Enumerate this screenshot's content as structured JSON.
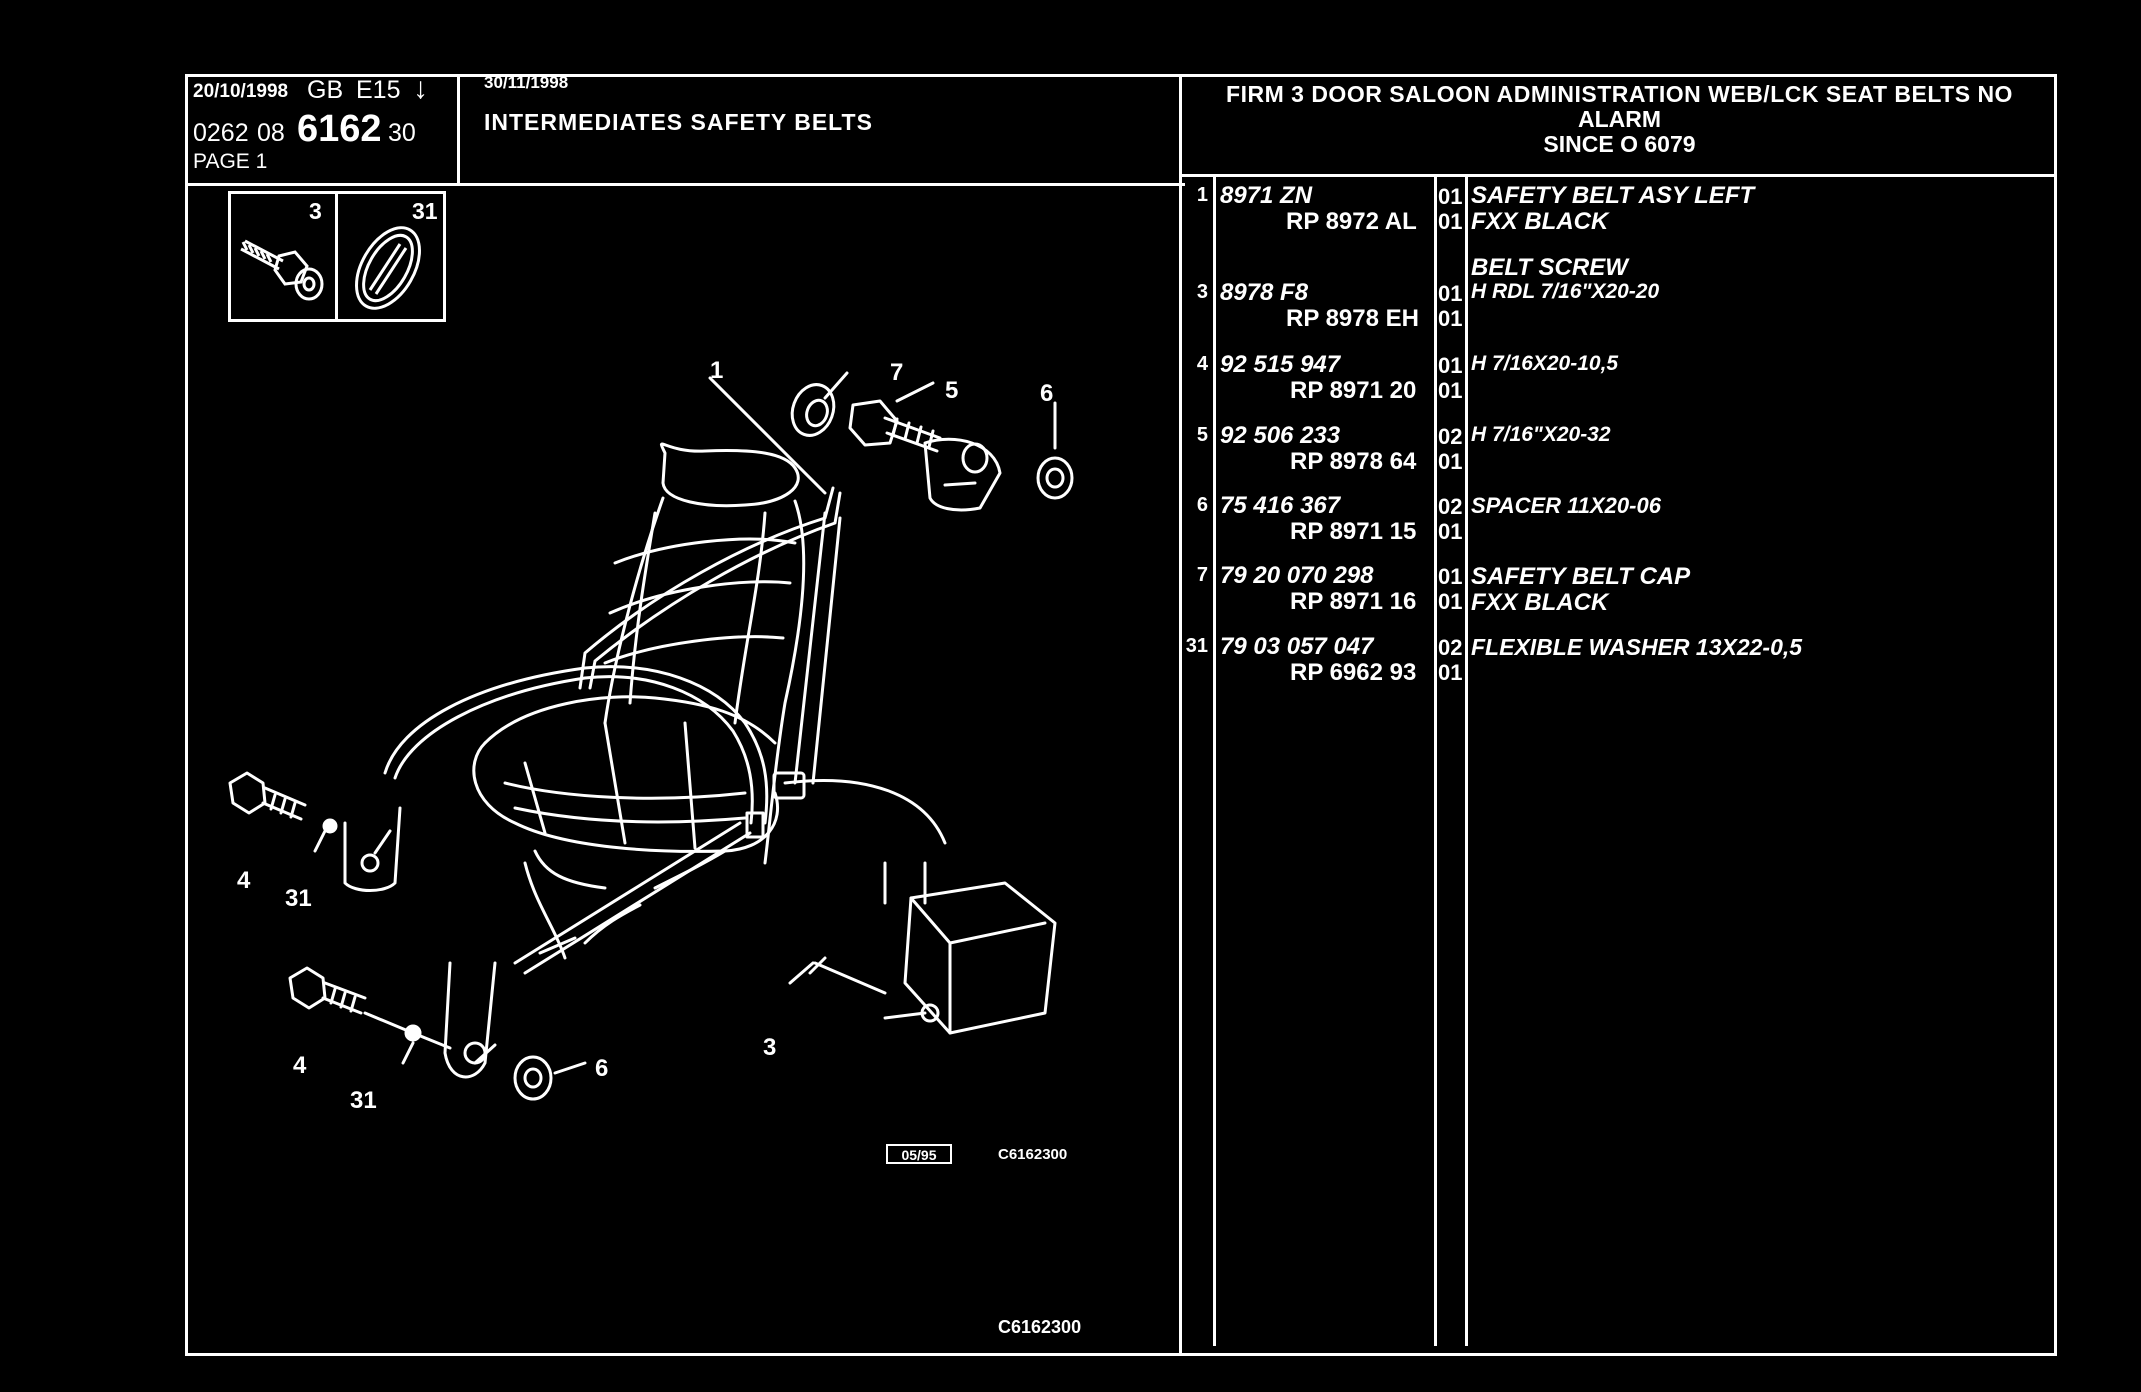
{
  "header": {
    "date1": "20/10/1998",
    "lang": "GB",
    "edition": "E15",
    "arrow": "↓",
    "code_a": "0262",
    "code_b": "08",
    "code_main": "6162",
    "code_c": "30",
    "page_label": "PAGE 1",
    "date2": "30/11/1998",
    "section_title": "INTERMEDIATES SAFETY BELTS",
    "model_line1": "FIRM 3 DOOR SALOON ADMINISTRATION WEB/LCK SEAT BELTS NO",
    "model_line2": "ALARM",
    "model_line3": "SINCE O  6079"
  },
  "thumbnails": [
    {
      "ref": "3"
    },
    {
      "ref": "31"
    }
  ],
  "diagram": {
    "callouts": [
      "1",
      "7",
      "5",
      "6",
      "4",
      "31",
      "4",
      "31",
      "6",
      "3"
    ],
    "stamp_date": "05/95",
    "stamp_code": "C6162300",
    "footer_code": "C6162300"
  },
  "parts": [
    {
      "ref": "1",
      "number": "8971 ZN",
      "rp": "RP  8972 AL",
      "qty1": "01",
      "qty2": "01",
      "desc_pre": "",
      "desc1": "SAFETY BELT ASY LEFT",
      "desc2": "FXX BLACK"
    },
    {
      "ref": "3",
      "number": "8978 F8",
      "rp": "RP  8978 EH",
      "qty1": "01",
      "qty2": "01",
      "desc_pre": "BELT SCREW",
      "desc1": "H RDL 7/16\"X20-20",
      "desc2": ""
    },
    {
      "ref": "4",
      "number": "92 515 947",
      "rp": "RP  8971 20",
      "qty1": "01",
      "qty2": "01",
      "desc_pre": "",
      "desc1": "H 7/16X20-10,5",
      "desc2": ""
    },
    {
      "ref": "5",
      "number": "92 506 233",
      "rp": "RP  8978 64",
      "qty1": "02",
      "qty2": "01",
      "desc_pre": "",
      "desc1": "H 7/16\"X20-32",
      "desc2": ""
    },
    {
      "ref": "6",
      "number": "75 416 367",
      "rp": "RP  8971 15",
      "qty1": "02",
      "qty2": "01",
      "desc_pre": "",
      "desc1": "SPACER 11X20-06",
      "desc2": ""
    },
    {
      "ref": "7",
      "number": "79 20 070 298",
      "rp": "RP  8971 16",
      "qty1": "01",
      "qty2": "01",
      "desc_pre": "",
      "desc1": "SAFETY BELT CAP",
      "desc2": "FXX BLACK"
    },
    {
      "ref": "31",
      "number": "79 03 057 047",
      "rp": "RP  6962 93",
      "qty1": "02",
      "qty2": "01",
      "desc_pre": "",
      "desc1": "FLEXIBLE WASHER 13X22-0,5",
      "desc2": ""
    }
  ]
}
